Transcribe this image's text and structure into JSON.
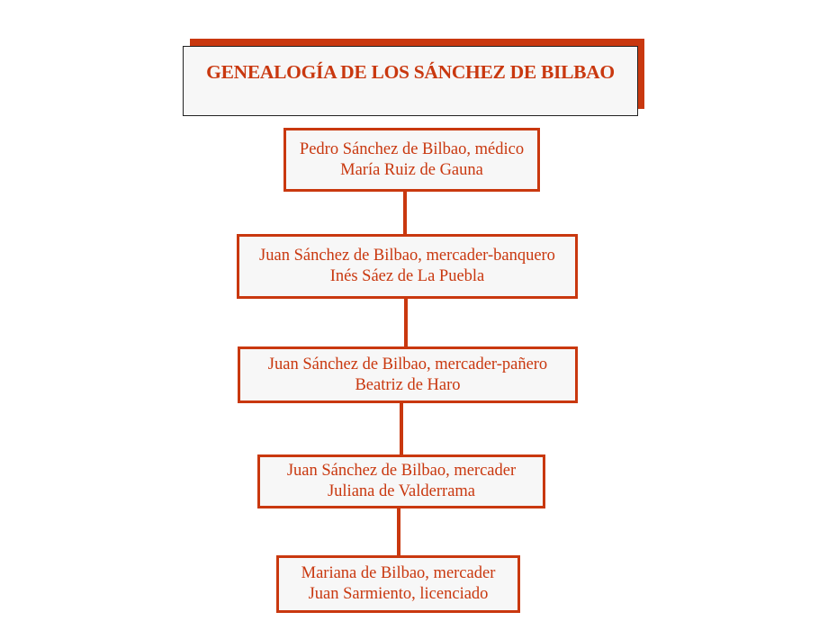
{
  "title": "GENEALOGÍA  DE LOS SÁNCHEZ DE BILBAO",
  "generations": [
    {
      "line1": "Pedro Sánchez de Bilbao, médico",
      "line2": "María Ruiz de Gauna"
    },
    {
      "line1": "Juan Sánchez de Bilbao, mercader-banquero",
      "line2": "Inés Sáez de La Puebla"
    },
    {
      "line1": "Juan Sánchez de Bilbao, mercader-pañero",
      "line2": "Beatriz de Haro"
    },
    {
      "line1": "Juan Sánchez de Bilbao, mercader",
      "line2": "Juliana de Valderrama"
    },
    {
      "line1": "Mariana de Bilbao, mercader",
      "line2": "Juan Sarmiento, licenciado"
    }
  ],
  "colors": {
    "accent": "#c9380f",
    "box_bg": "#f7f7f7"
  }
}
